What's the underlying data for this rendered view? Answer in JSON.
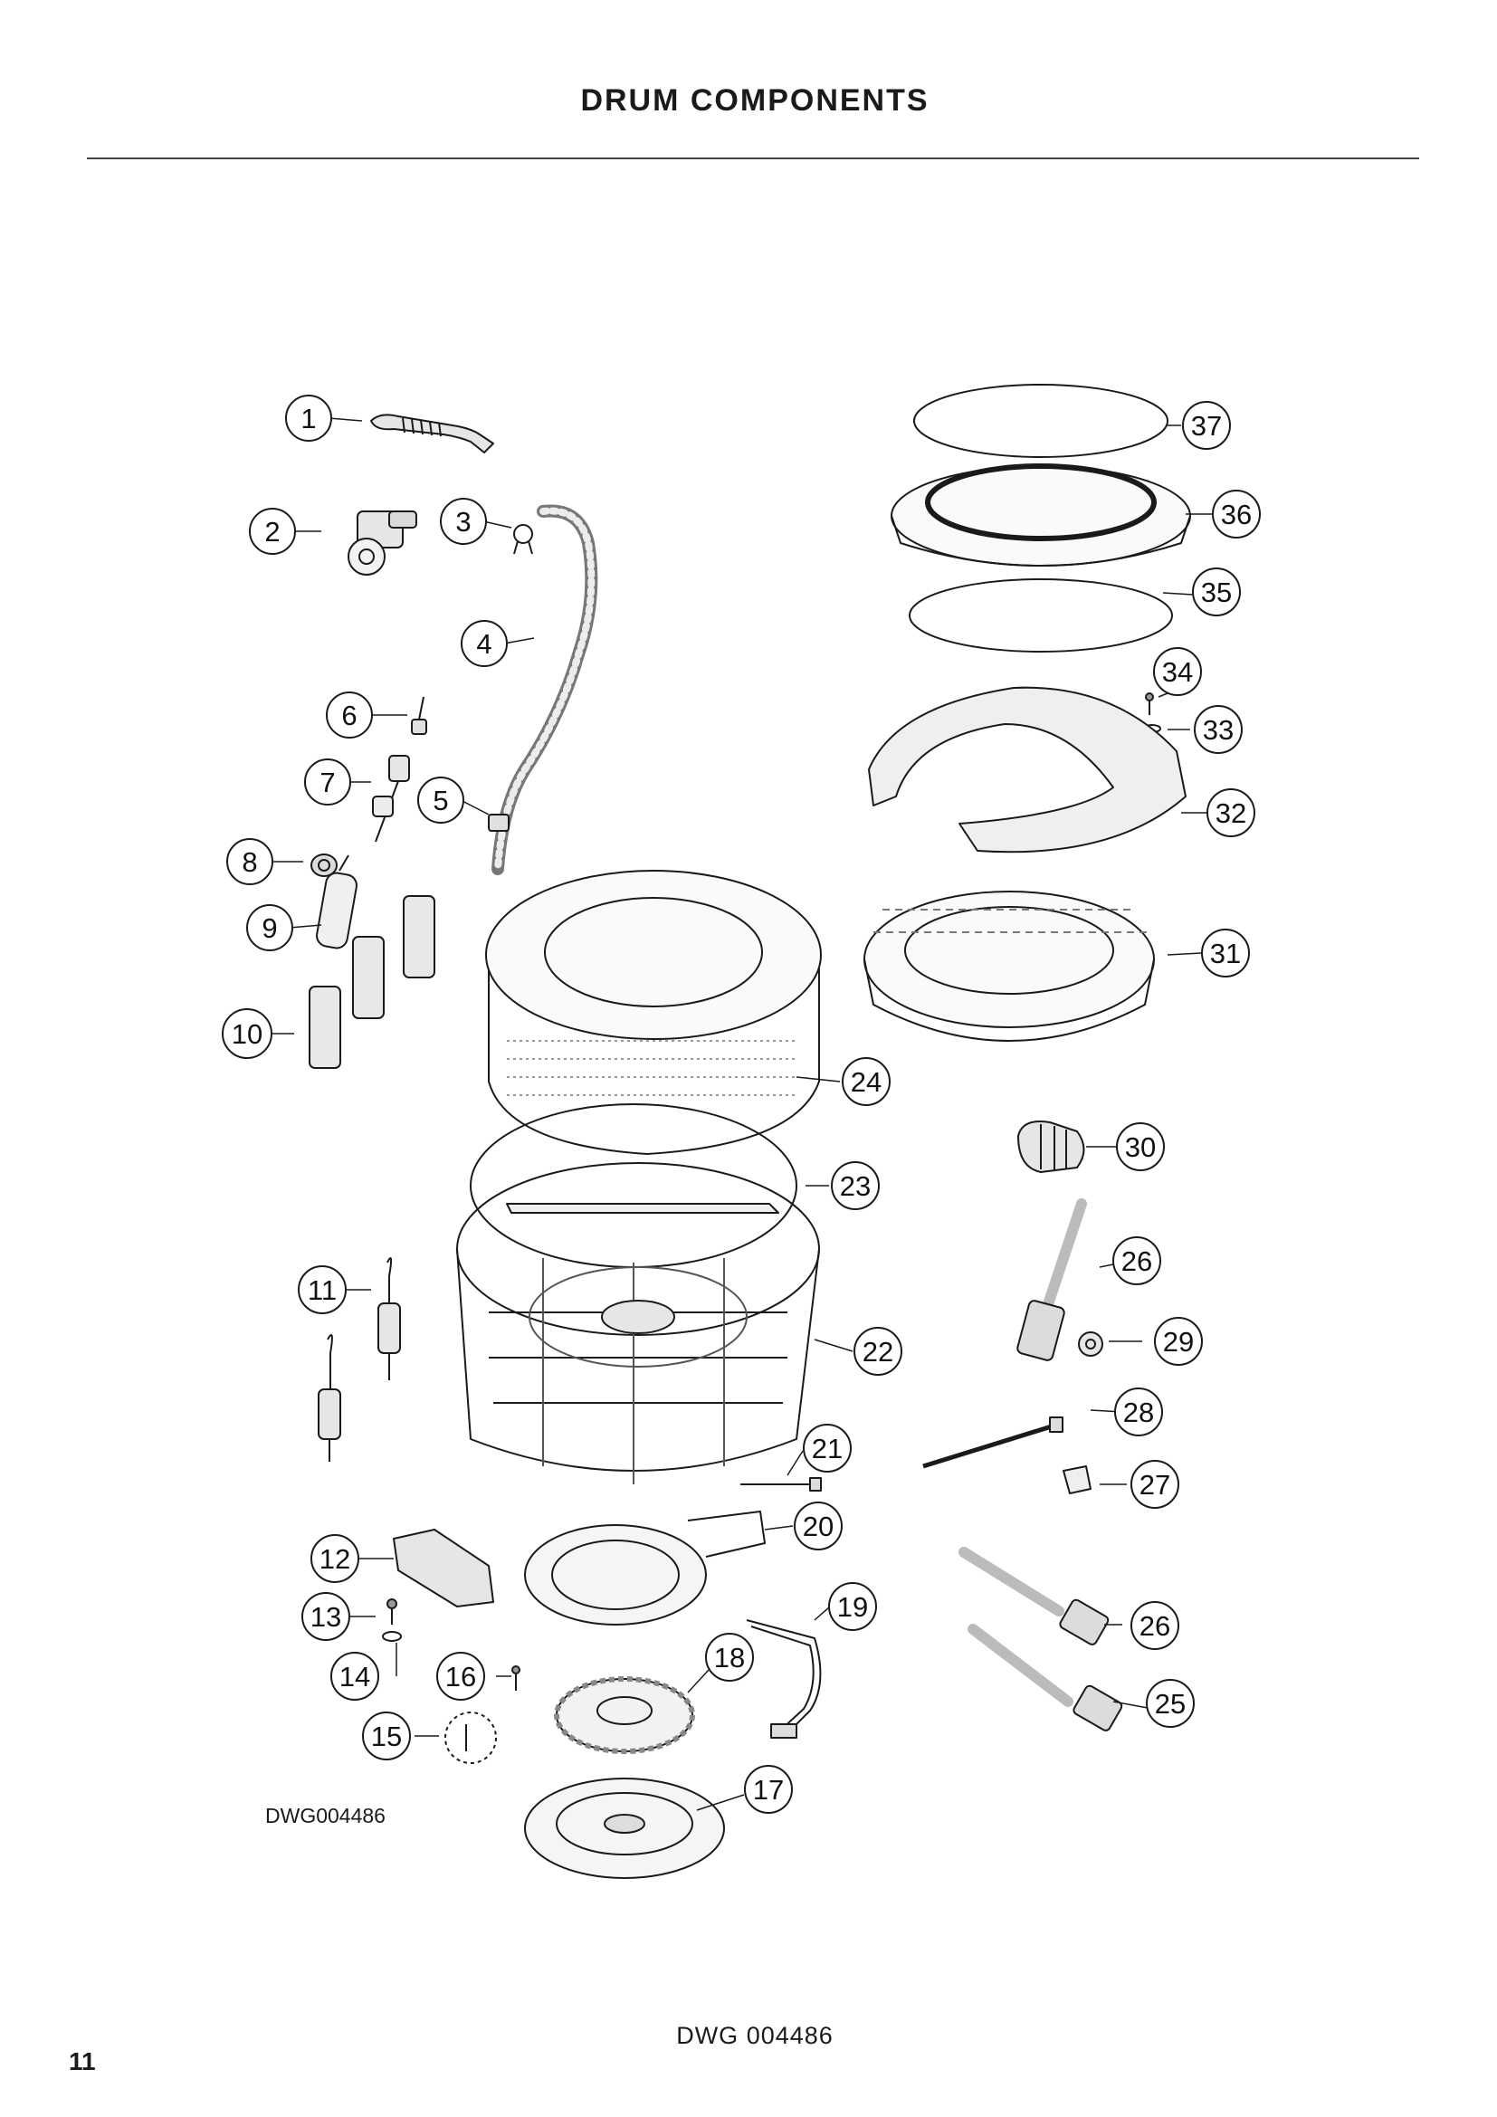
{
  "header": {
    "title": "DRUM COMPONENTS"
  },
  "callouts": [
    {
      "label": "1"
    },
    {
      "label": "2"
    },
    {
      "label": "3"
    },
    {
      "label": "4"
    },
    {
      "label": "5"
    },
    {
      "label": "6"
    },
    {
      "label": "7"
    },
    {
      "label": "8"
    },
    {
      "label": "9"
    },
    {
      "label": "10"
    },
    {
      "label": "11"
    },
    {
      "label": "12"
    },
    {
      "label": "13"
    },
    {
      "label": "14"
    },
    {
      "label": "15"
    },
    {
      "label": "16"
    },
    {
      "label": "17"
    },
    {
      "label": "18"
    },
    {
      "label": "19"
    },
    {
      "label": "20"
    },
    {
      "label": "21"
    },
    {
      "label": "22"
    },
    {
      "label": "23"
    },
    {
      "label": "24"
    },
    {
      "label": "25"
    },
    {
      "label": "26"
    },
    {
      "label": "26"
    },
    {
      "label": "27"
    },
    {
      "label": "28"
    },
    {
      "label": "29"
    },
    {
      "label": "30"
    },
    {
      "label": "31"
    },
    {
      "label": "32"
    },
    {
      "label": "33"
    },
    {
      "label": "34"
    },
    {
      "label": "35"
    },
    {
      "label": "36"
    },
    {
      "label": "37"
    }
  ],
  "drawing_ref": "DWG004486",
  "footer": {
    "drawing_number": "DWG 004486",
    "page_number": "11"
  },
  "colors": {
    "line": "#1a1a1a",
    "fill": "#ffffff",
    "part_shade": "#d9d9d9"
  }
}
